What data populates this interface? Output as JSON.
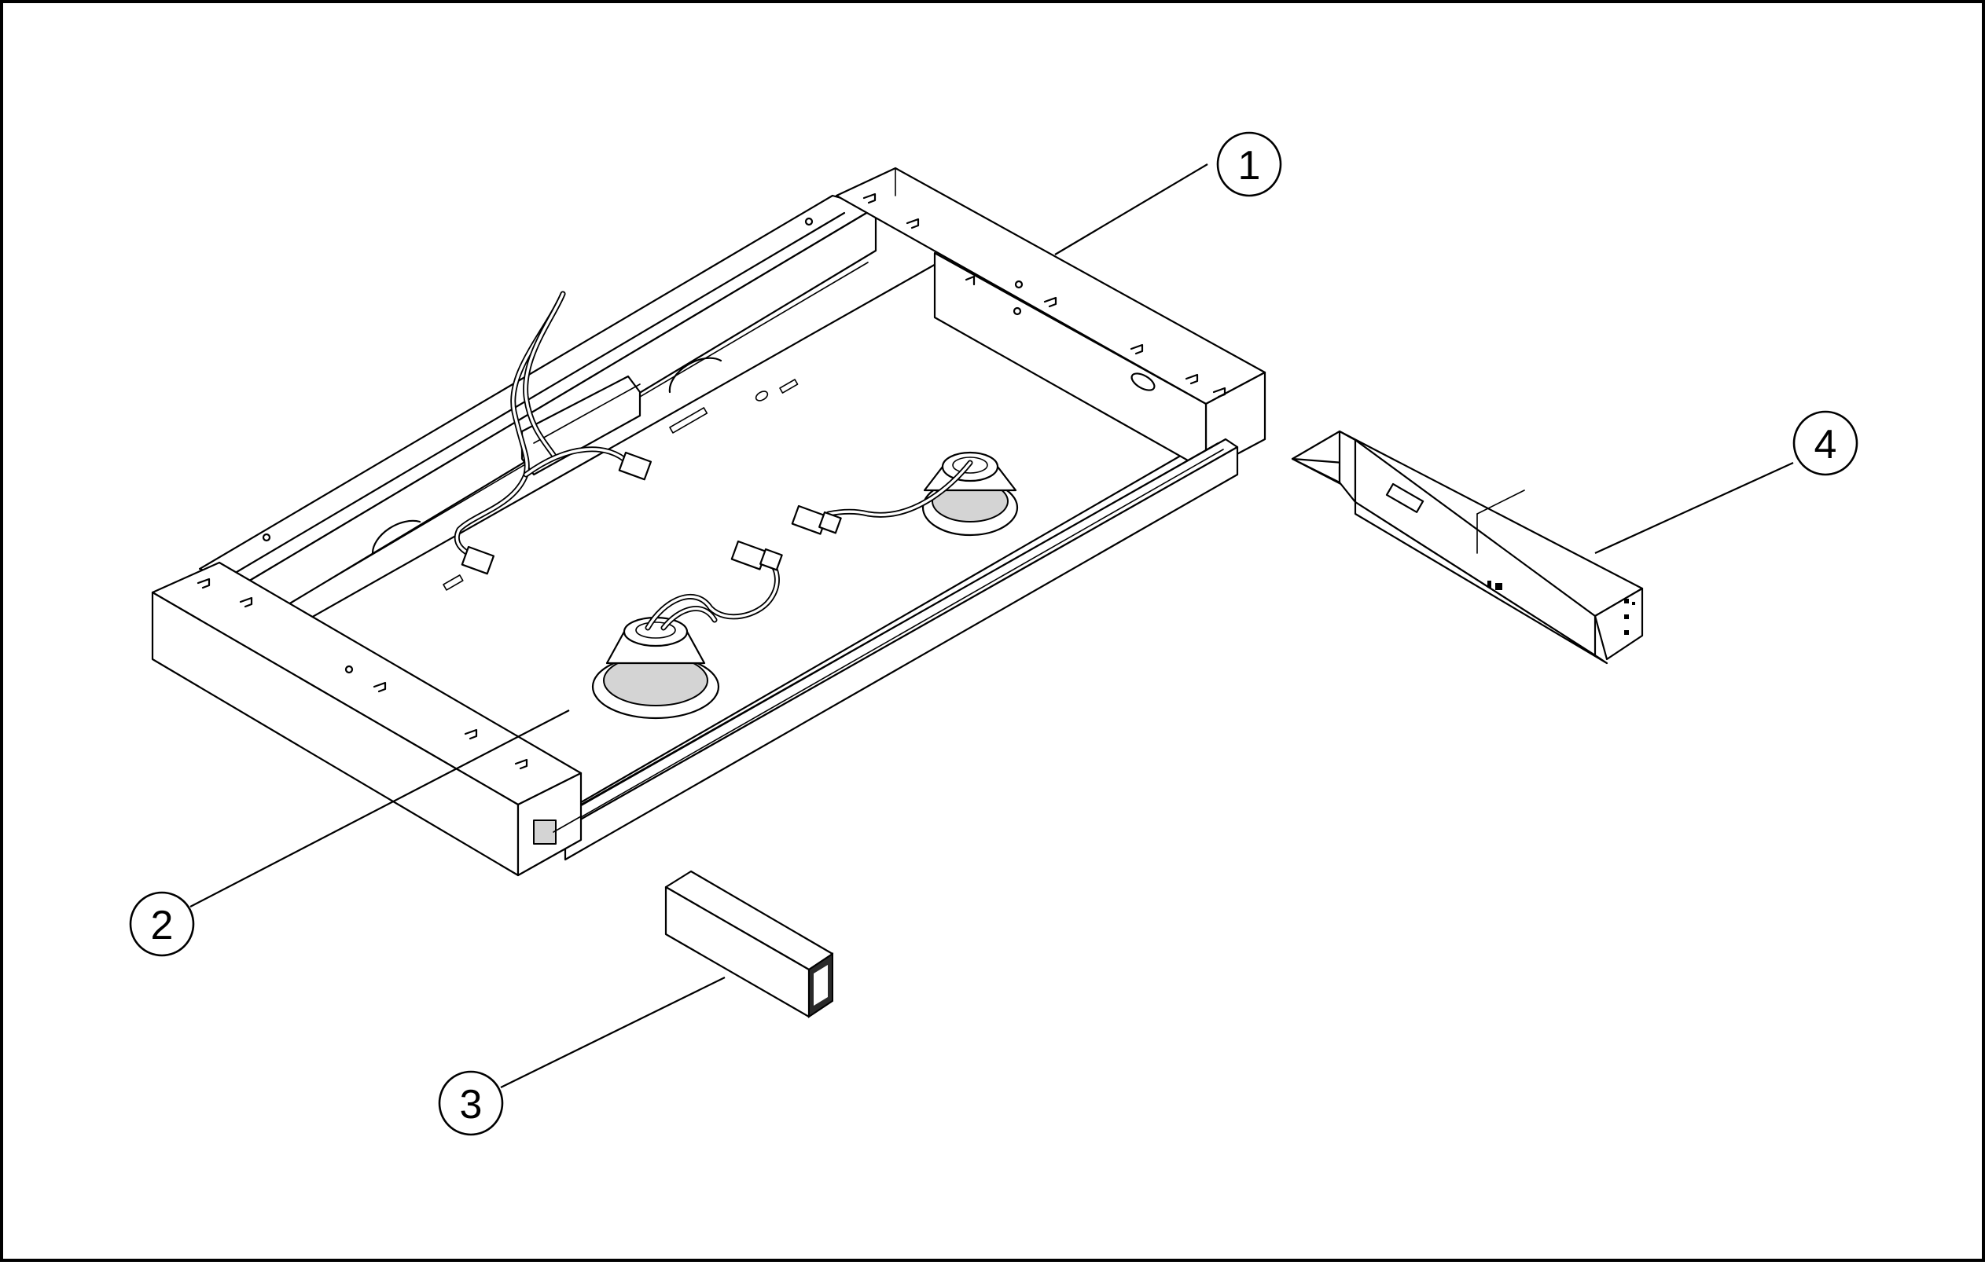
{
  "callouts": [
    {
      "label": "1"
    },
    {
      "label": "2"
    },
    {
      "label": "3"
    },
    {
      "label": "4"
    }
  ],
  "colors": {
    "line": "#000000",
    "background": "#ffffff",
    "shade": "#d4d4d4"
  }
}
